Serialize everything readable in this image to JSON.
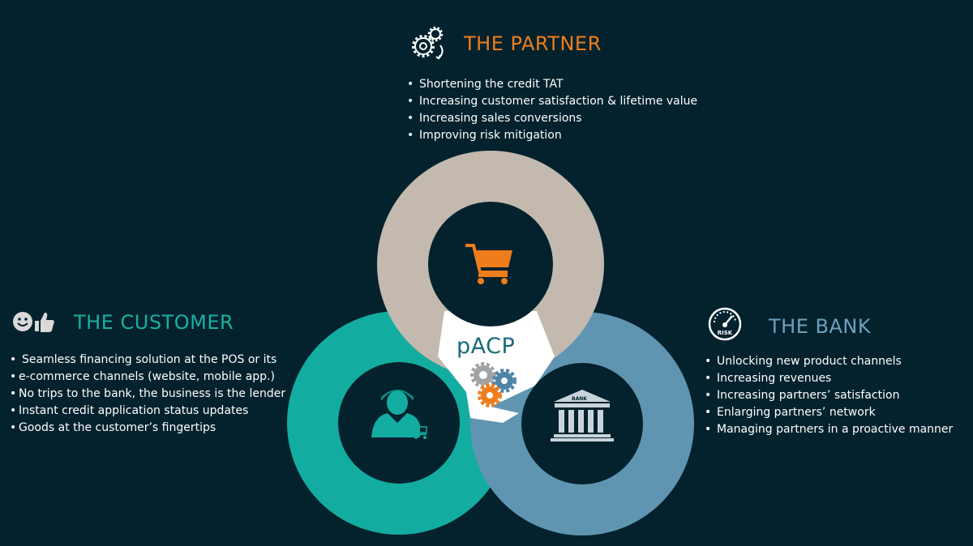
{
  "colors": {
    "background": "#03222d",
    "partner_ring": "#c3b9af",
    "customer_ring": "#12ada0",
    "bank_ring": "#5f95b1",
    "center_fill": "#ffffff",
    "inner_fill": "#03222d",
    "partner_title": "#ef7d1c",
    "customer_title": "#17b0a2",
    "bank_title": "#6fa1be",
    "cart_icon": "#ef7d1c",
    "gear_grey": "#a0a3a6",
    "gear_blue": "#4d84a8",
    "gear_orange": "#ef7d1c"
  },
  "partner": {
    "title": "THE PARTNER",
    "icon": "gears-icon",
    "bullets": [
      " Shortening the credit TAT",
      "Increasing customer satisfaction & lifetime value",
      "Increasing sales conversions",
      "Improving risk mitigation"
    ]
  },
  "customer": {
    "title": "THE CUSTOMER",
    "icon": "smiley-thumbs-up-icon",
    "bullets": [
      "Seamless financing solution at the POS or its",
      "e-commerce channels  (website, mobile app.)",
      "No trips to the bank, the business is the lender",
      "Instant credit application status updates",
      "Goods at the customer’s fingertips"
    ]
  },
  "bank": {
    "title": "THE BANK",
    "icon": "risk-gauge-icon",
    "gauge_label": "RISK",
    "bullets": [
      "Unlocking new product channels",
      "Increasing revenues",
      "Increasing partners’ satisfaction",
      "Enlarging partners’ network",
      "Managing partners in a proactive manner"
    ]
  },
  "center": {
    "label": "pACP",
    "icon": "gears-cluster-icon"
  },
  "rings": {
    "partner_icon": "shopping-cart-icon",
    "customer_icon": "shopper-icon",
    "bank_icon": "bank-building-icon",
    "bank_sign": "BANK"
  }
}
